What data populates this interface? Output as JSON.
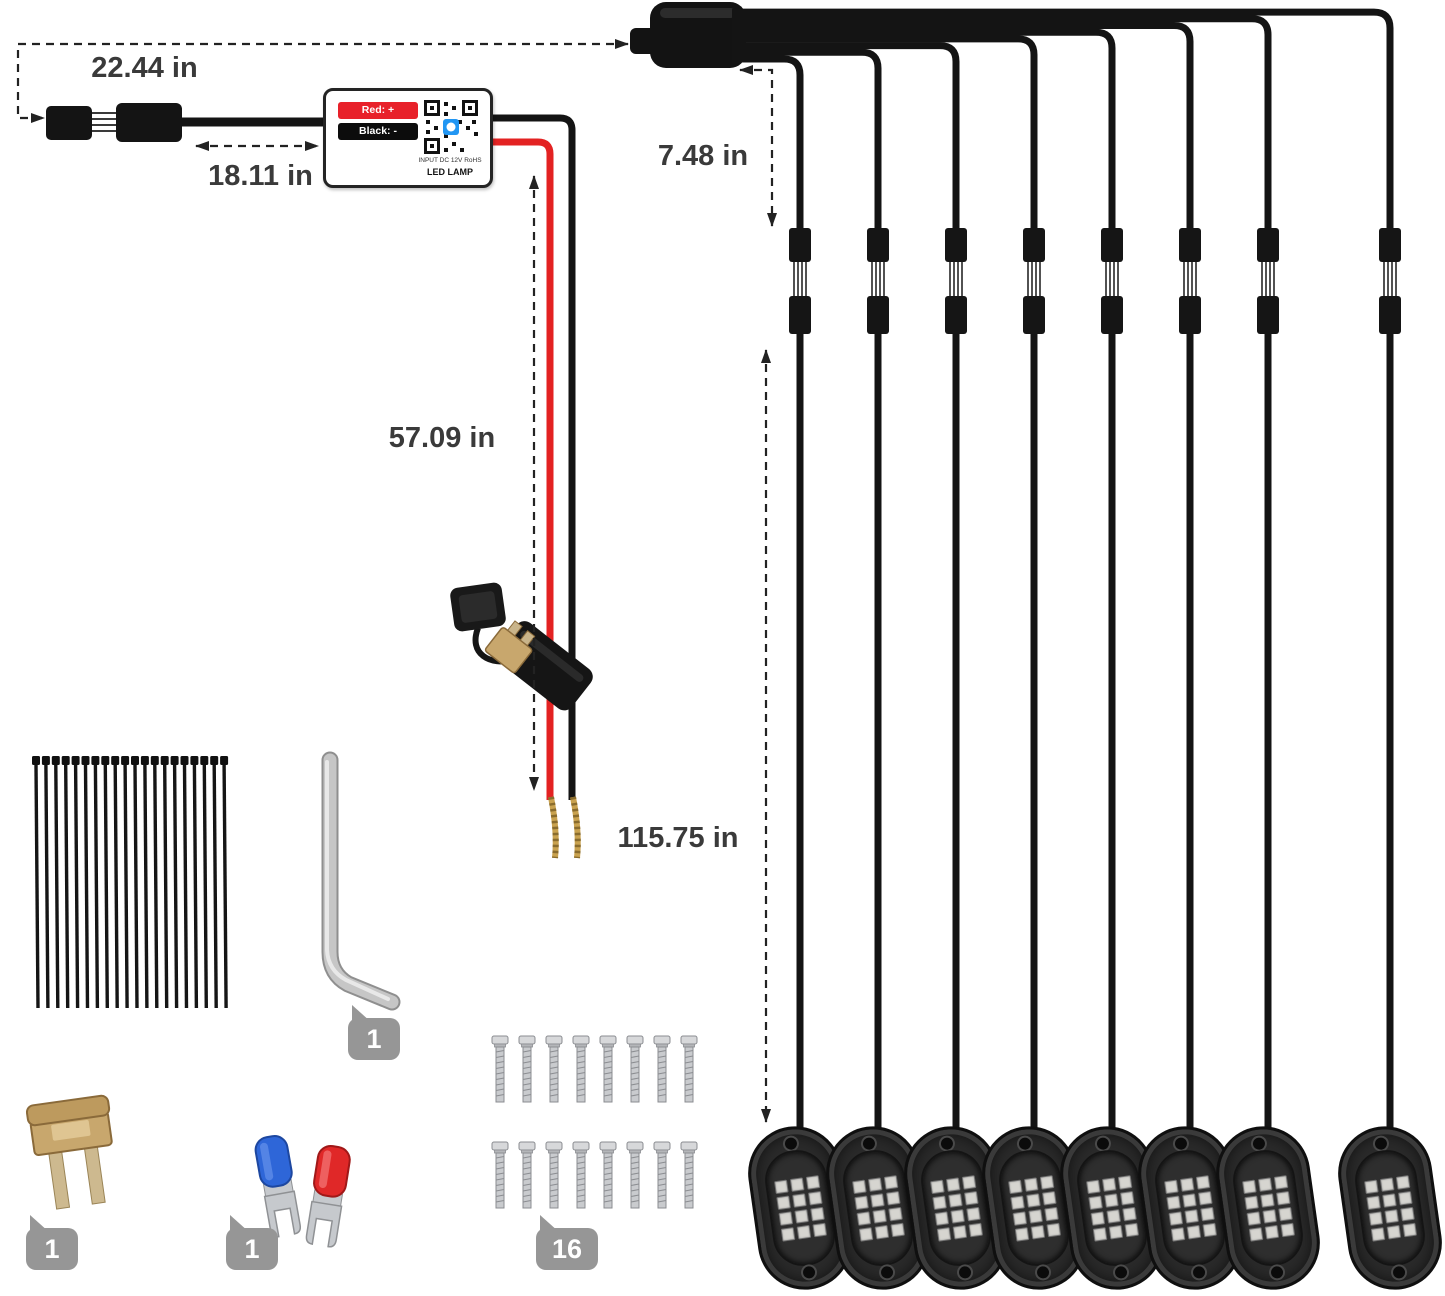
{
  "diagram": {
    "measurements": {
      "input_cable": "22.44 in",
      "controller_cable": "18.11 in",
      "splitter_drop": "7.48 in",
      "power_cable": "57.09 in",
      "pod_cable": "115.75 in"
    },
    "controller": {
      "red_wire_label": "Red: +",
      "black_wire_label": "Black: -",
      "input_spec": "INPUT DC 12V",
      "cert": "RoHS",
      "product_label": "LED LAMP"
    },
    "accessories": {
      "allen_key_qty": "1",
      "fuse_qty": "1",
      "terminals_qty": "1",
      "screws_qty": "16"
    },
    "counts": {
      "pods": 8,
      "cables": 8,
      "zip_ties": 20,
      "screws_per_row": 8,
      "screw_rows": 2
    },
    "colors": {
      "wire_black": "#141414",
      "wire_red": "#e32222",
      "strand_gold": "#c9a24f",
      "terminal_blue": "#2e66d8",
      "terminal_red": "#e02828",
      "fuse_tan": "#c8a76d",
      "badge_gray": "#969696",
      "qr_logo_blue": "#2196f3"
    }
  }
}
